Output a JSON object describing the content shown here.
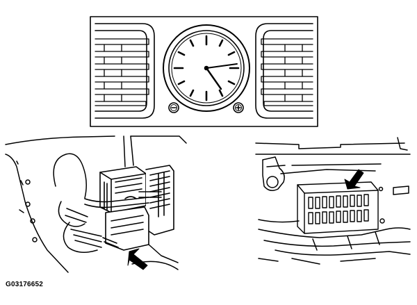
{
  "figure": {
    "id_label": "G03176652"
  },
  "panels": [
    {
      "name": "instrument-panel-clock",
      "icons": [
        "clock-face-icon",
        "minus-button-icon",
        "plus-button-icon",
        "air-vent-icon"
      ]
    },
    {
      "name": "connector-detail",
      "icons": [
        "electrical-connector-icon",
        "pointer-arrow-icon"
      ]
    },
    {
      "name": "fuse-box-detail",
      "icons": [
        "fuse-box-icon",
        "pointer-arrow-icon"
      ]
    }
  ],
  "colors": {
    "line": "#000000",
    "background": "#ffffff",
    "shade": "#e6e6e6"
  }
}
